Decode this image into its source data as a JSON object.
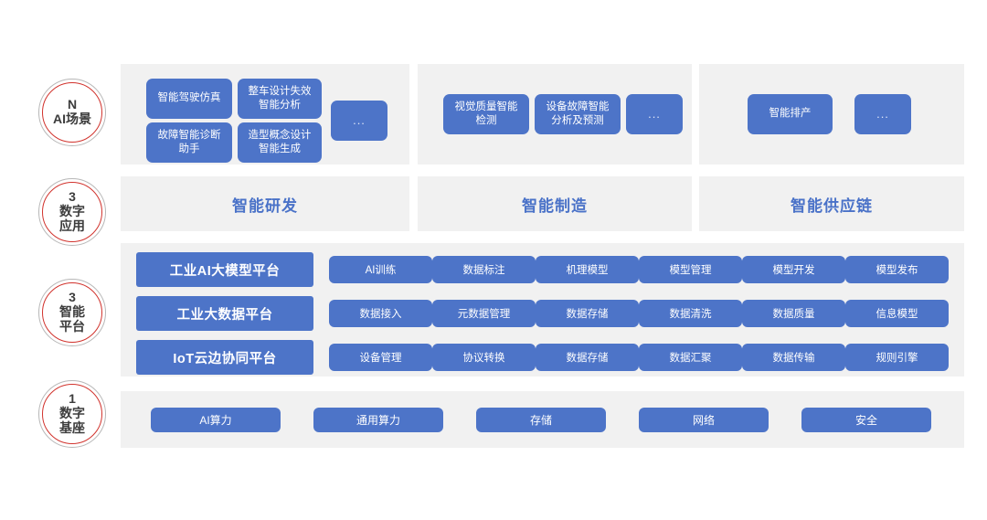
{
  "theme": {
    "tile_blue": "#4d74c8",
    "panel_grey": "#f1f1f1",
    "badge_red": "#d1322c",
    "heading_blue": "#4a72c8",
    "page_background": "#ffffff"
  },
  "badges": [
    {
      "num": "N",
      "label": "AI场景"
    },
    {
      "num": "3",
      "label": "数字\n应用",
      "line1": "数字",
      "line2": "应用"
    },
    {
      "num": "3",
      "label": "智能\n平台",
      "line1": "智能",
      "line2": "平台"
    },
    {
      "num": "1",
      "label": "数字\n基座",
      "line1": "数字",
      "line2": "基座"
    }
  ],
  "scenarios": {
    "groups": [
      {
        "name": "research-scenarios",
        "tiles": [
          {
            "label": "智能驾驶仿真"
          },
          {
            "label": "整车设计失效\n智能分析",
            "line1": "整车设计失效",
            "line2": "智能分析"
          },
          {
            "label": "故障智能诊断\n助手",
            "line1": "故障智能诊断",
            "line2": "助手"
          },
          {
            "label": "造型概念设计\n智能生成",
            "line1": "造型概念设计",
            "line2": "智能生成"
          },
          {
            "label": "..."
          }
        ]
      },
      {
        "name": "manufacturing-scenarios",
        "tiles": [
          {
            "label": "视觉质量智能\n检测",
            "line1": "视觉质量智能",
            "line2": "检测"
          },
          {
            "label": "设备故障智能\n分析及预测",
            "line1": "设备故障智能",
            "line2": "分析及预测"
          },
          {
            "label": "..."
          }
        ]
      },
      {
        "name": "supplychain-scenarios",
        "tiles": [
          {
            "label": "智能排产"
          },
          {
            "label": "..."
          }
        ]
      }
    ]
  },
  "applications": [
    {
      "label": "智能研发"
    },
    {
      "label": "智能制造"
    },
    {
      "label": "智能供应链"
    }
  ],
  "platforms": [
    {
      "label": "工业AI大模型平台",
      "modules": [
        {
          "label": "AI训练"
        },
        {
          "label": "数据标注"
        },
        {
          "label": "机理模型"
        },
        {
          "label": "模型管理"
        },
        {
          "label": "模型开发"
        },
        {
          "label": "模型发布"
        }
      ]
    },
    {
      "label": "工业大数据平台",
      "modules": [
        {
          "label": "数据接入"
        },
        {
          "label": "元数据管理"
        },
        {
          "label": "数据存储"
        },
        {
          "label": "数据清洗"
        },
        {
          "label": "数据质量"
        },
        {
          "label": "信息模型"
        }
      ]
    },
    {
      "label": "IoT云边协同平台",
      "modules": [
        {
          "label": "设备管理"
        },
        {
          "label": "协议转换"
        },
        {
          "label": "数据存储"
        },
        {
          "label": "数据汇聚"
        },
        {
          "label": "数据传输"
        },
        {
          "label": "规则引擎"
        }
      ]
    }
  ],
  "foundation": [
    {
      "label": "AI算力"
    },
    {
      "label": "通用算力"
    },
    {
      "label": "存储"
    },
    {
      "label": "网络"
    },
    {
      "label": "安全"
    }
  ]
}
